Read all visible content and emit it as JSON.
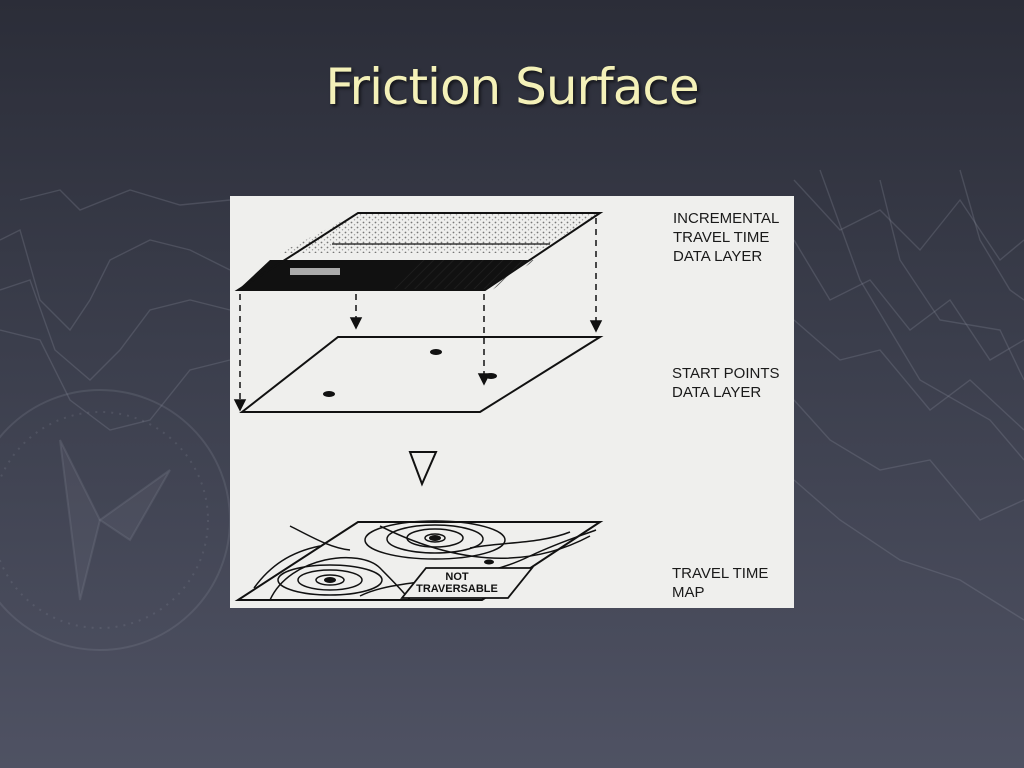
{
  "slide": {
    "title": "Friction Surface"
  },
  "figure": {
    "layers": [
      {
        "label": "INCREMENTAL\nTRAVEL TIME\nDATA LAYER"
      },
      {
        "label": "START POINTS\nDATA LAYER"
      },
      {
        "label": "TRAVEL TIME\nMAP"
      }
    ],
    "not_traversable": "NOT\nTRAVERSABLE"
  }
}
